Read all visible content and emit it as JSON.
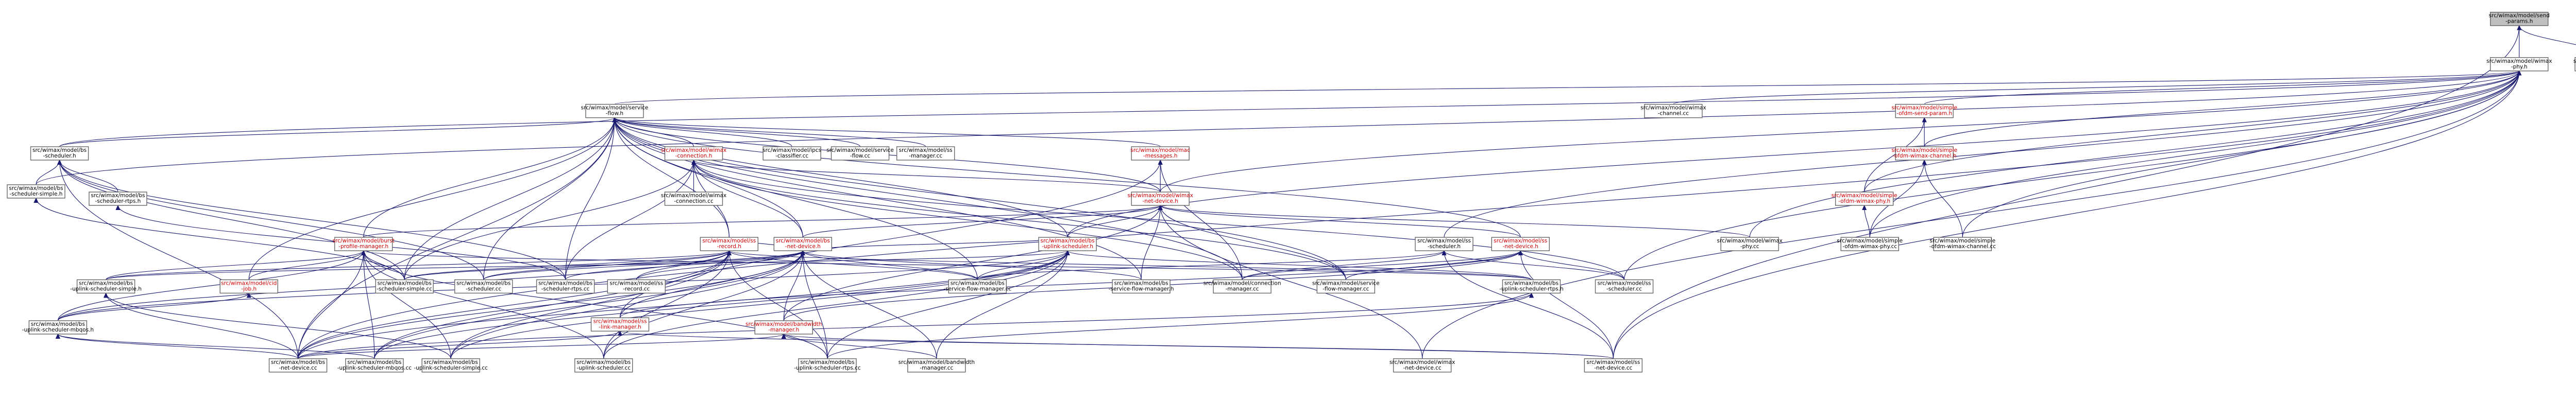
{
  "graph": {
    "colors": {
      "root_fill": "#bfbfbf",
      "node_fill": "#ffffff",
      "border": "#666666",
      "edge": "#191970",
      "red_text": "#cc0000"
    },
    "nodes": [
      {
        "id": "n01",
        "label": "src/wimax/model/send\n-params.h",
        "style": "root"
      },
      {
        "id": "n02",
        "label": "src/wimax/model/wimax\n-phy.h"
      },
      {
        "id": "n03",
        "label": "src/wimax/model/send\n-params.cc"
      },
      {
        "id": "n04",
        "label": "src/wimax/model/service\n-flow.h"
      },
      {
        "id": "n05",
        "label": "src/wimax/model/wimax\n-channel.cc"
      },
      {
        "id": "n06",
        "label": "src/wimax/model/simple\n-ofdm-send-param.h",
        "style": "red"
      },
      {
        "id": "n07",
        "label": "src/wimax/model/bs\n-scheduler.h"
      },
      {
        "id": "n08",
        "label": "src/wimax/model/wimax\n-connection.h",
        "style": "red"
      },
      {
        "id": "n09",
        "label": "src/wimax/model/ipcs\n-classifier.cc"
      },
      {
        "id": "n10",
        "label": "src/wimax/model/service\n-flow.cc"
      },
      {
        "id": "n11",
        "label": "src/wimax/model/ss\n-manager.cc"
      },
      {
        "id": "n12",
        "label": "src/wimax/model/mac\n-messages.h",
        "style": "red"
      },
      {
        "id": "n13",
        "label": "src/wimax/model/simple\n-ofdm-wimax-phy.h",
        "style": "red"
      },
      {
        "id": "n14",
        "label": "src/wimax/model/simple\n-ofdm-wimax-channel.h",
        "style": "red"
      },
      {
        "id": "n15",
        "label": "src/wimax/model/bs\n-scheduler-simple.h"
      },
      {
        "id": "n16",
        "label": "src/wimax/model/bs\n-scheduler-rtps.h"
      },
      {
        "id": "n17",
        "label": "src/wimax/model/wimax\n-connection.cc"
      },
      {
        "id": "n18",
        "label": "src/wimax/model/wimax\n-net-device.h",
        "style": "red"
      },
      {
        "id": "n19",
        "label": "src/wimax/model/burst\n-profile-manager.h",
        "style": "red"
      },
      {
        "id": "n20",
        "label": "src/wimax/model/bs\n-net-device.h",
        "style": "red"
      },
      {
        "id": "n21",
        "label": "src/wimax/model/ss\n-record.h",
        "style": "red"
      },
      {
        "id": "n22",
        "label": "src/wimax/model/bs\n-uplink-scheduler.h",
        "style": "red"
      },
      {
        "id": "n23",
        "label": "src/wimax/model/ss\n-scheduler.h"
      },
      {
        "id": "n24",
        "label": "src/wimax/model/ss\n-net-device.h",
        "style": "red"
      },
      {
        "id": "n25",
        "label": "src/wimax/model/wimax\n-phy.cc"
      },
      {
        "id": "n26",
        "label": "src/wimax/model/simple\n-ofdm-wimax-phy.cc"
      },
      {
        "id": "n27",
        "label": "src/wimax/model/simple\n-ofdm-wimax-channel.cc"
      },
      {
        "id": "n28",
        "label": "src/wimax/model/bs\n-uplink-scheduler-simple.h"
      },
      {
        "id": "n29",
        "label": "src/wimax/model/cid\n-job.h",
        "style": "red"
      },
      {
        "id": "n30",
        "label": "src/wimax/model/bs\n-scheduler-simple.cc"
      },
      {
        "id": "n31",
        "label": "src/wimax/model/bs\n-scheduler.cc"
      },
      {
        "id": "n32",
        "label": "src/wimax/model/bs\n-scheduler-rtps.cc"
      },
      {
        "id": "n33",
        "label": "src/wimax/model/ss\n-record.cc"
      },
      {
        "id": "n34",
        "label": "src/wimax/model/bs\n-service-flow-manager.cc"
      },
      {
        "id": "n35",
        "label": "src/wimax/model/bs\n-service-flow-manager.h"
      },
      {
        "id": "n36",
        "label": "src/wimax/model/connection\n-manager.cc"
      },
      {
        "id": "n37",
        "label": "src/wimax/model/service\n-flow-manager.cc"
      },
      {
        "id": "n38",
        "label": "src/wimax/model/bs\n-uplink-scheduler-rtps.h"
      },
      {
        "id": "n39",
        "label": "src/wimax/model/ss\n-scheduler.cc"
      },
      {
        "id": "n40",
        "label": "src/wimax/model/bs\n-uplink-scheduler-mbqos.h"
      },
      {
        "id": "n41",
        "label": "src/wimax/model/ss\n-link-manager.h",
        "style": "red"
      },
      {
        "id": "n42",
        "label": "src/wimax/model/bandwidth\n-manager.h",
        "style": "red"
      },
      {
        "id": "n43",
        "label": "src/wimax/model/bs\n-net-device.cc"
      },
      {
        "id": "n44",
        "label": "src/wimax/model/bs\n-uplink-scheduler-mbqos.cc"
      },
      {
        "id": "n45",
        "label": "src/wimax/model/bs\n-uplink-scheduler-simple.cc"
      },
      {
        "id": "n46",
        "label": "src/wimax/model/bs\n-uplink-scheduler.cc"
      },
      {
        "id": "n47",
        "label": "src/wimax/model/bs\n-uplink-scheduler-rtps.cc"
      },
      {
        "id": "n48",
        "label": "src/wimax/model/bandwidth\n-manager.cc"
      },
      {
        "id": "n49",
        "label": "src/wimax/model/wimax\n-net-device.cc"
      },
      {
        "id": "n50",
        "label": "src/wimax/model/ss\n-net-device.cc"
      }
    ],
    "edges": [
      [
        "n02",
        "n01"
      ],
      [
        "n03",
        "n01"
      ],
      [
        "n50",
        "n01"
      ],
      [
        "n04",
        "n02"
      ],
      [
        "n05",
        "n02"
      ],
      [
        "n06",
        "n02"
      ],
      [
        "n13",
        "n02"
      ],
      [
        "n14",
        "n02"
      ],
      [
        "n18",
        "n02"
      ],
      [
        "n25",
        "n02"
      ],
      [
        "n26",
        "n02"
      ],
      [
        "n27",
        "n02"
      ],
      [
        "n43",
        "n02"
      ],
      [
        "n49",
        "n02"
      ],
      [
        "n50",
        "n02"
      ],
      [
        "n07",
        "n02"
      ],
      [
        "n15",
        "n02"
      ],
      [
        "n23",
        "n02"
      ],
      [
        "n22",
        "n02"
      ],
      [
        "n39",
        "n02"
      ],
      [
        "n07",
        "n04"
      ],
      [
        "n08",
        "n04"
      ],
      [
        "n09",
        "n04"
      ],
      [
        "n10",
        "n04"
      ],
      [
        "n11",
        "n04"
      ],
      [
        "n12",
        "n04"
      ],
      [
        "n18",
        "n04"
      ],
      [
        "n21",
        "n04"
      ],
      [
        "n22",
        "n04"
      ],
      [
        "n20",
        "n04"
      ],
      [
        "n30",
        "n04"
      ],
      [
        "n31",
        "n04"
      ],
      [
        "n32",
        "n04"
      ],
      [
        "n34",
        "n04"
      ],
      [
        "n35",
        "n04"
      ],
      [
        "n36",
        "n04"
      ],
      [
        "n37",
        "n04"
      ],
      [
        "n19",
        "n04"
      ],
      [
        "n29",
        "n04"
      ],
      [
        "n24",
        "n04"
      ],
      [
        "n43",
        "n04"
      ],
      [
        "n15",
        "n07"
      ],
      [
        "n16",
        "n07"
      ],
      [
        "n31",
        "n07"
      ],
      [
        "n30",
        "n07"
      ],
      [
        "n32",
        "n07"
      ],
      [
        "n43",
        "n07"
      ],
      [
        "n17",
        "n08"
      ],
      [
        "n18",
        "n08"
      ],
      [
        "n21",
        "n08"
      ],
      [
        "n20",
        "n08"
      ],
      [
        "n30",
        "n08"
      ],
      [
        "n32",
        "n08"
      ],
      [
        "n36",
        "n08"
      ],
      [
        "n37",
        "n08"
      ],
      [
        "n39",
        "n08"
      ],
      [
        "n18",
        "n12"
      ],
      [
        "n41",
        "n12"
      ],
      [
        "n36",
        "n12"
      ],
      [
        "n14",
        "n06"
      ],
      [
        "n13",
        "n06"
      ],
      [
        "n26",
        "n13"
      ],
      [
        "n27",
        "n14"
      ],
      [
        "n26",
        "n14"
      ],
      [
        "n30",
        "n15"
      ],
      [
        "n32",
        "n16"
      ],
      [
        "n19",
        "n18"
      ],
      [
        "n20",
        "n18"
      ],
      [
        "n24",
        "n18"
      ],
      [
        "n22",
        "n18"
      ],
      [
        "n49",
        "n18"
      ],
      [
        "n25",
        "n18"
      ],
      [
        "n35",
        "n18"
      ],
      [
        "n37",
        "n18"
      ],
      [
        "n42",
        "n18"
      ],
      [
        "n28",
        "n19"
      ],
      [
        "n38",
        "n19"
      ],
      [
        "n40",
        "n19"
      ],
      [
        "n29",
        "n19"
      ],
      [
        "n30",
        "n19"
      ],
      [
        "n43",
        "n19"
      ],
      [
        "n44",
        "n19"
      ],
      [
        "n45",
        "n19"
      ],
      [
        "n46",
        "n19"
      ],
      [
        "n47",
        "n19"
      ],
      [
        "n21",
        "n20"
      ],
      [
        "n22",
        "n20"
      ],
      [
        "n30",
        "n20"
      ],
      [
        "n31",
        "n20"
      ],
      [
        "n32",
        "n20"
      ],
      [
        "n33",
        "n20"
      ],
      [
        "n34",
        "n20"
      ],
      [
        "n35",
        "n20"
      ],
      [
        "n41",
        "n20"
      ],
      [
        "n42",
        "n20"
      ],
      [
        "n43",
        "n20"
      ],
      [
        "n44",
        "n20"
      ],
      [
        "n45",
        "n20"
      ],
      [
        "n46",
        "n20"
      ],
      [
        "n47",
        "n20"
      ],
      [
        "n48",
        "n20"
      ],
      [
        "n28",
        "n21"
      ],
      [
        "n33",
        "n21"
      ],
      [
        "n34",
        "n21"
      ],
      [
        "n40",
        "n21"
      ],
      [
        "n38",
        "n21"
      ],
      [
        "n43",
        "n21"
      ],
      [
        "n44",
        "n21"
      ],
      [
        "n45",
        "n21"
      ],
      [
        "n46",
        "n21"
      ],
      [
        "n47",
        "n21"
      ],
      [
        "n31",
        "n21"
      ],
      [
        "n30",
        "n21"
      ],
      [
        "n28",
        "n22"
      ],
      [
        "n38",
        "n22"
      ],
      [
        "n40",
        "n22"
      ],
      [
        "n34",
        "n22"
      ],
      [
        "n43",
        "n22"
      ],
      [
        "n44",
        "n22"
      ],
      [
        "n45",
        "n22"
      ],
      [
        "n46",
        "n22"
      ],
      [
        "n47",
        "n22"
      ],
      [
        "n48",
        "n22"
      ],
      [
        "n39",
        "n23"
      ],
      [
        "n50",
        "n23"
      ],
      [
        "n36",
        "n23"
      ],
      [
        "n34",
        "n23"
      ],
      [
        "n41",
        "n24"
      ],
      [
        "n39",
        "n24"
      ],
      [
        "n42",
        "n24"
      ],
      [
        "n50",
        "n24"
      ],
      [
        "n37",
        "n24"
      ],
      [
        "n36",
        "n24"
      ],
      [
        "n43",
        "n28"
      ],
      [
        "n45",
        "n28"
      ],
      [
        "n40",
        "n29"
      ],
      [
        "n44",
        "n40"
      ],
      [
        "n43",
        "n40"
      ],
      [
        "n43",
        "n41"
      ],
      [
        "n50",
        "n41"
      ],
      [
        "n48",
        "n42"
      ],
      [
        "n43",
        "n42"
      ],
      [
        "n50",
        "n42"
      ],
      [
        "n47",
        "n38"
      ],
      [
        "n43",
        "n38"
      ]
    ]
  }
}
